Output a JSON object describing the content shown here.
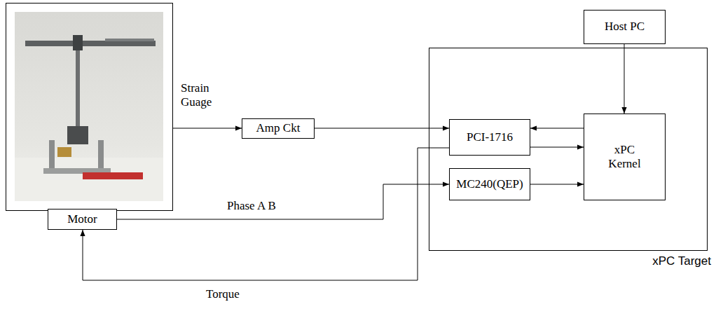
{
  "diagram": {
    "nodes": [
      {
        "text": [
          "Host PC"
        ]
      },
      {
        "text": [
          "Amp Ckt"
        ]
      },
      {
        "text": [
          "xPC Target"
        ]
      },
      {
        "text": [
          "PCI-1716"
        ],
        "in": 2
      },
      {
        "text": [
          "MC240(QEP)"
        ],
        "in": 2
      },
      {
        "text": [
          "xPC Kernel"
        ],
        "in": 2
      },
      {
        "text": [
          "Motor"
        ]
      }
    ],
    "edges": [
      {
        "from": 1,
        "to": 3,
        "arrow": "to"
      },
      {
        "from": 0,
        "to": 5,
        "arrow": "to"
      },
      {
        "from": 5,
        "to": 3,
        "arrow": "to"
      },
      {
        "from": 3,
        "to": 5,
        "arrow": "to"
      },
      {
        "from": 4,
        "to": 5,
        "arrow": "to"
      },
      {
        "from": 6,
        "to": 4,
        "label": "Phase A B",
        "arrow": "to"
      },
      {
        "from": 3,
        "to": 6,
        "label": "Torque",
        "arrow": "to"
      }
    ],
    "labels": [
      "Strain Guage"
    ]
  }
}
